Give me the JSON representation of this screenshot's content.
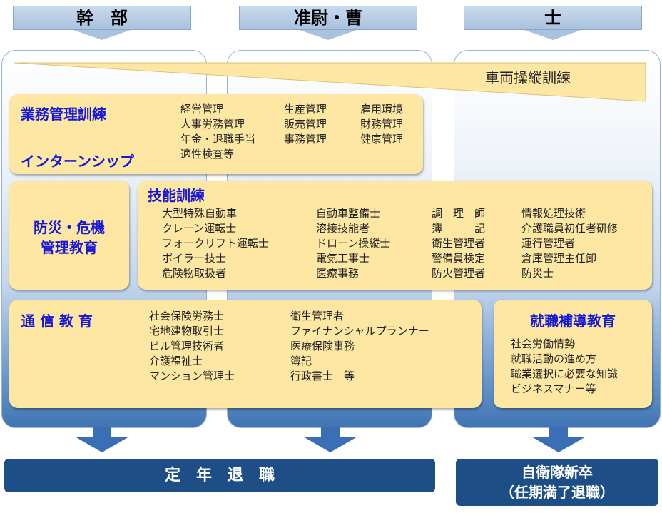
{
  "headers": [
    "幹　部",
    "准尉・曹",
    "士"
  ],
  "vehicle_training": "車両操縦訓練",
  "business": {
    "title": "業務管理訓練",
    "internship": "インターンシップ",
    "col1": [
      "経営管理",
      "人事労務管理",
      "年金・退職手当",
      "適性検査等"
    ],
    "col2": [
      "生産管理",
      "販売管理",
      "事務管理"
    ],
    "col3": [
      "雇用環境",
      "財務管理",
      "健康管理"
    ]
  },
  "disaster": {
    "line1": "防災・危機",
    "line2": "管理教育"
  },
  "skills": {
    "title": "技能訓練",
    "col1": [
      "大型特殊自動車",
      "クレーン運転士",
      "フォークリフト運転士",
      "ボイラー技士",
      "危険物取扱者"
    ],
    "col2": [
      "自動車整備士",
      "溶接技能者",
      "ドローン操縦士",
      "電気工事士",
      "医療事務"
    ],
    "col3": [
      "調　理　師",
      "簿　　　記",
      "衛生管理者",
      "警備員検定",
      "防火管理者"
    ],
    "col4": [
      "情報処理技術",
      "介護職員初任者研修",
      "運行管理者",
      "倉庫管理主任卸",
      "防災士"
    ]
  },
  "correspondence": {
    "title": "通 信 教 育",
    "col1": [
      "社会保険労務士",
      "宅地建物取引士",
      "ビル管理技術者",
      "介護福祉士",
      "マンション管理士"
    ],
    "col2": [
      "衛生管理者",
      "ファイナンシャルプランナー",
      "医療保険事務",
      "簿記",
      "行政書士　等"
    ]
  },
  "job_guidance": {
    "title": "就職補導教育",
    "items": [
      "社会労働情勢",
      "就職活動の進め方",
      "職業選択に必要な知識",
      "ビジネスマナー等"
    ]
  },
  "footer": {
    "retirement": "定　年　退　職",
    "sdf_line1": "自衛隊新卒",
    "sdf_line2": "（任期満了退職）"
  }
}
